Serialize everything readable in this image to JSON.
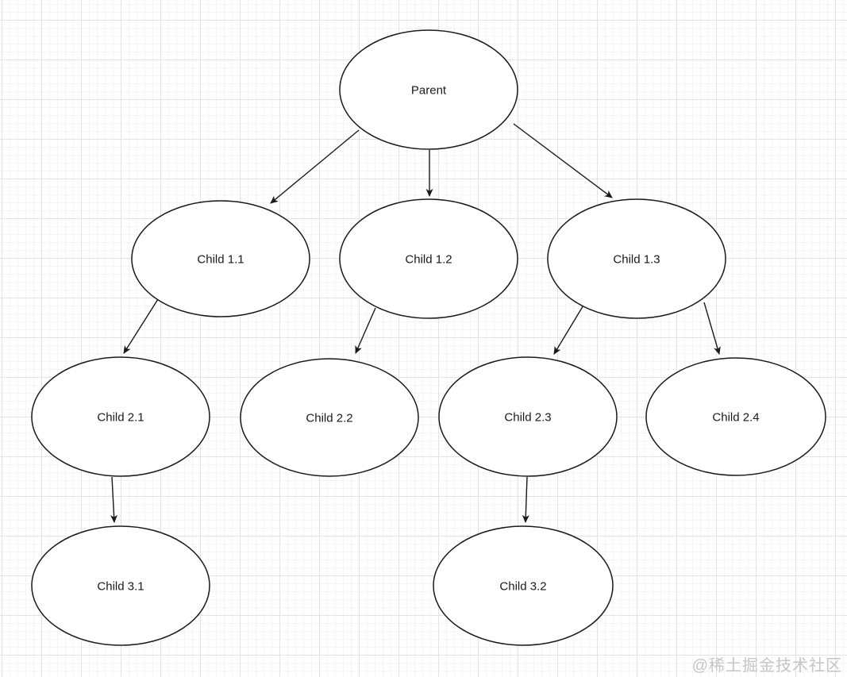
{
  "diagram": {
    "type": "tree",
    "nodes": [
      {
        "id": "parent",
        "label": "Parent",
        "level": 0
      },
      {
        "id": "child-1-1",
        "label": "Child 1.1",
        "level": 1
      },
      {
        "id": "child-1-2",
        "label": "Child 1.2",
        "level": 1
      },
      {
        "id": "child-1-3",
        "label": "Child 1.3",
        "level": 1
      },
      {
        "id": "child-2-1",
        "label": "Child 2.1",
        "level": 2
      },
      {
        "id": "child-2-2",
        "label": "Child 2.2",
        "level": 2
      },
      {
        "id": "child-2-3",
        "label": "Child 2.3",
        "level": 2
      },
      {
        "id": "child-2-4",
        "label": "Child 2.4",
        "level": 2
      },
      {
        "id": "child-3-1",
        "label": "Child 3.1",
        "level": 3
      },
      {
        "id": "child-3-2",
        "label": "Child 3.2",
        "level": 3
      }
    ],
    "edges": [
      {
        "from": "parent",
        "to": "child-1-1"
      },
      {
        "from": "parent",
        "to": "child-1-2"
      },
      {
        "from": "parent",
        "to": "child-1-3"
      },
      {
        "from": "child-1-1",
        "to": "child-2-1"
      },
      {
        "from": "child-1-2",
        "to": "child-2-2"
      },
      {
        "from": "child-1-3",
        "to": "child-2-3"
      },
      {
        "from": "child-1-3",
        "to": "child-2-4"
      },
      {
        "from": "child-2-1",
        "to": "child-3-1"
      },
      {
        "from": "child-2-3",
        "to": "child-3-2"
      }
    ],
    "colors": {
      "node_fill": "#ffffff",
      "node_stroke": "#1a1a1a",
      "edge": "#1a1a1a",
      "grid_major": "#e3e3e3",
      "grid_minor": "#f5f5f5",
      "watermark": "#c5c5c5"
    }
  },
  "watermark": {
    "text": "@稀土掘金技术社区"
  }
}
